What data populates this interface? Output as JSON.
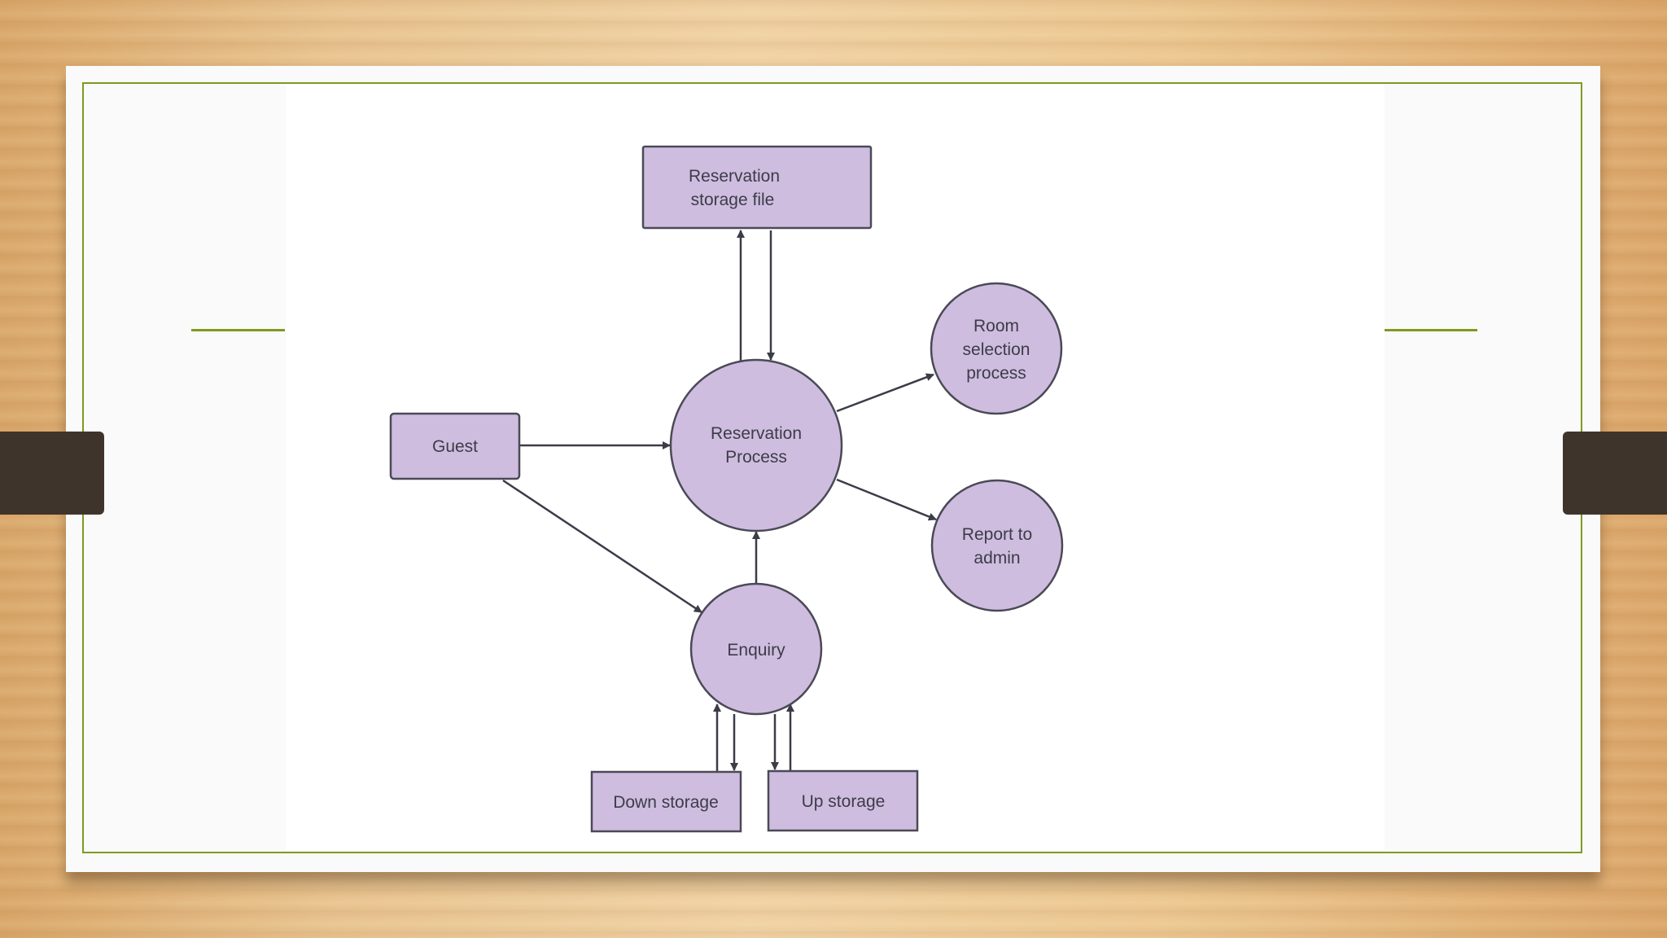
{
  "nodes": {
    "reservation_storage_file": [
      "Reservation",
      "storage file"
    ],
    "room_selection_process": [
      "Room",
      "selection",
      "process"
    ],
    "guest": [
      "Guest"
    ],
    "reservation_process": [
      "Reservation",
      "Process"
    ],
    "report_to_admin": [
      "Report to",
      "admin"
    ],
    "enquiry": [
      "Enquiry"
    ],
    "down_storage": [
      "Down storage"
    ],
    "up_storage": [
      "Up storage"
    ]
  },
  "colors": {
    "node_fill": "#cfbde0",
    "node_stroke": "#4a4a56",
    "frame_accent": "#7e9a1f",
    "tab": "#3f342c"
  }
}
